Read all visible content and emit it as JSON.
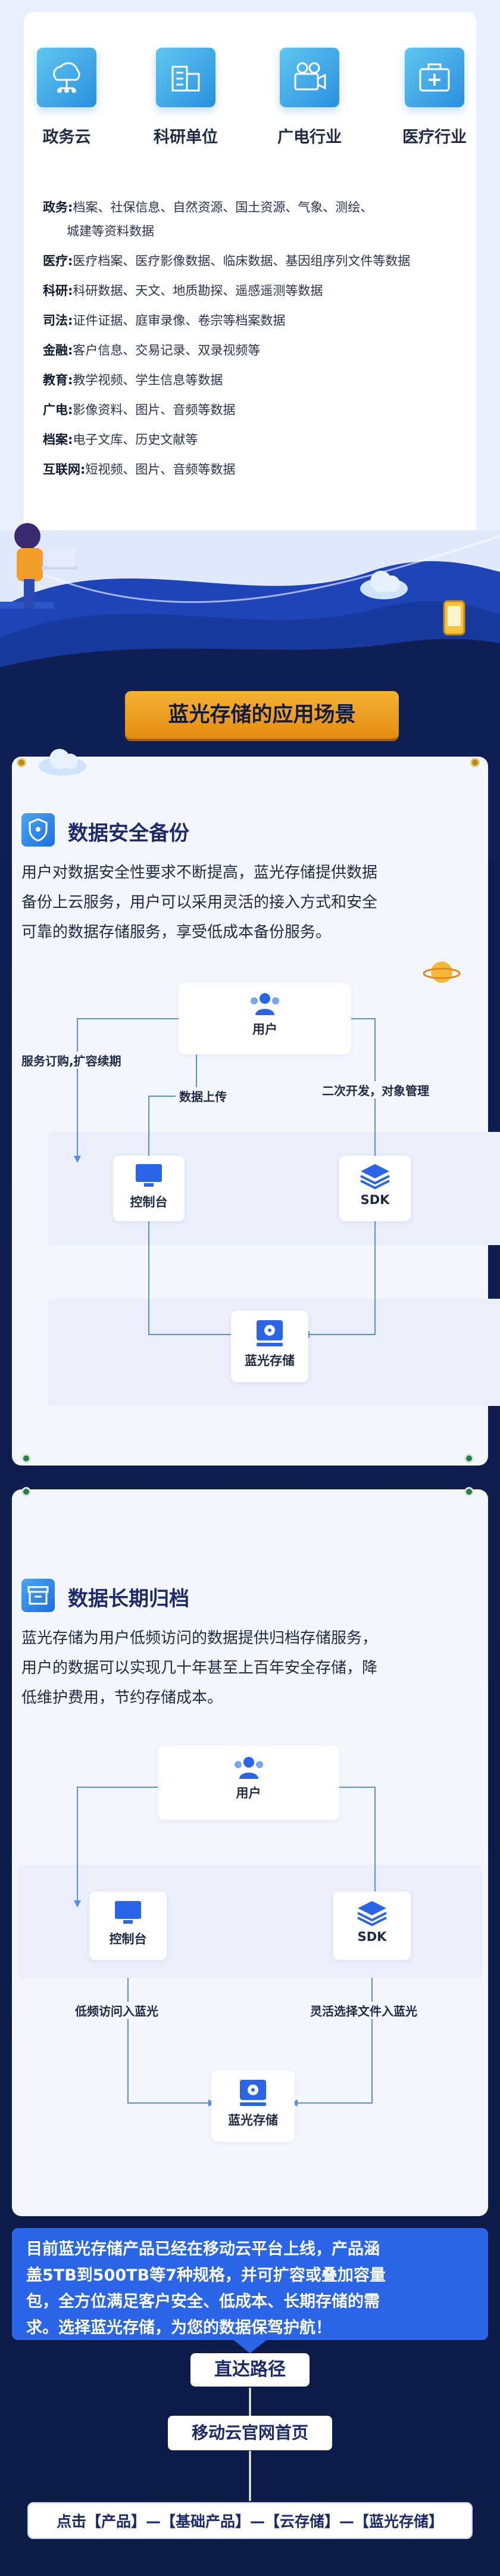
{
  "industries": [
    {
      "label": "政务云",
      "icon": "cloud-network-icon"
    },
    {
      "label": "科研单位",
      "icon": "building-icon"
    },
    {
      "label": "广电行业",
      "icon": "video-camera-icon"
    },
    {
      "label": "医疗行业",
      "icon": "medical-kit-icon"
    }
  ],
  "scenarios": [
    {
      "key": "政务:",
      "value": "档案、社保信息、自然资源、国土资源、气象、测绘、"
    },
    {
      "key": "",
      "value": "城建等资料数据"
    },
    {
      "key": "医疗:",
      "value": "医疗档案、医疗影像数据、临床数据、基因组序列文件等数据"
    },
    {
      "key": "科研:",
      "value": "科研数据、天文、地质勘探、遥感遥测等数据"
    },
    {
      "key": "司法:",
      "value": "证件证据、庭审录像、卷宗等档案数据"
    },
    {
      "key": "金融:",
      "value": "客户信息、交易记录、双录视频等"
    },
    {
      "key": "教育:",
      "value": "教学视频、学生信息等数据"
    },
    {
      "key": "广电:",
      "value": "影像资料、图片、音频等数据"
    },
    {
      "key": "档案:",
      "value": "电子文库、历史文献等"
    },
    {
      "key": "互联网:",
      "value": "短视频、图片、音频等数据"
    }
  ],
  "banner": "蓝光存储的应用场景",
  "section1": {
    "title": "数据安全备份",
    "paragraph": [
      "用户对数据安全性要求不断提高，蓝光存储提供数据",
      "备份上云服务，用户可以采用灵活的接入方式和安全",
      "可靠的数据存储服务，享受低成本备份服务。"
    ],
    "nodes": {
      "user": "用户",
      "console": "控制台",
      "sdk": "SDK",
      "storage": "蓝光存储"
    },
    "arrows": {
      "subscribe": "服务订购,扩容续期",
      "upload": "数据上传",
      "dev": "二次开发，对象管理"
    }
  },
  "section2": {
    "title": "数据长期归档",
    "paragraph": [
      "蓝光存储为用户低频访问的数据提供归档存储服务，",
      "用户的数据可以实现几十年甚至上百年安全存储，降",
      "低维护费用，节约存储成本。"
    ],
    "nodes": {
      "user": "用户",
      "console": "控制台",
      "sdk": "SDK",
      "storage": "蓝光存储"
    },
    "arrows": {
      "lowfreq": "低频访问入蓝光",
      "flexible": "灵活选择文件入蓝光"
    }
  },
  "summary": [
    "目前蓝光存储产品已经在移动云平台上线，产品涵",
    "盖5TB到500TB等7种规格，并可扩容或叠加容量",
    "包，全方位满足客户安全、低成本、长期存储的需",
    "求。选择蓝光存储，为您的数据保驾护航！"
  ],
  "route": {
    "title": "直达路径",
    "home": "移动云官网首页",
    "path": "点击【产品】—【基础产品】—【云存储】—【蓝光存储】"
  },
  "colors": {
    "accent": "#2a65e8",
    "banner": "#f0a428",
    "dark": "#0f1f55"
  }
}
